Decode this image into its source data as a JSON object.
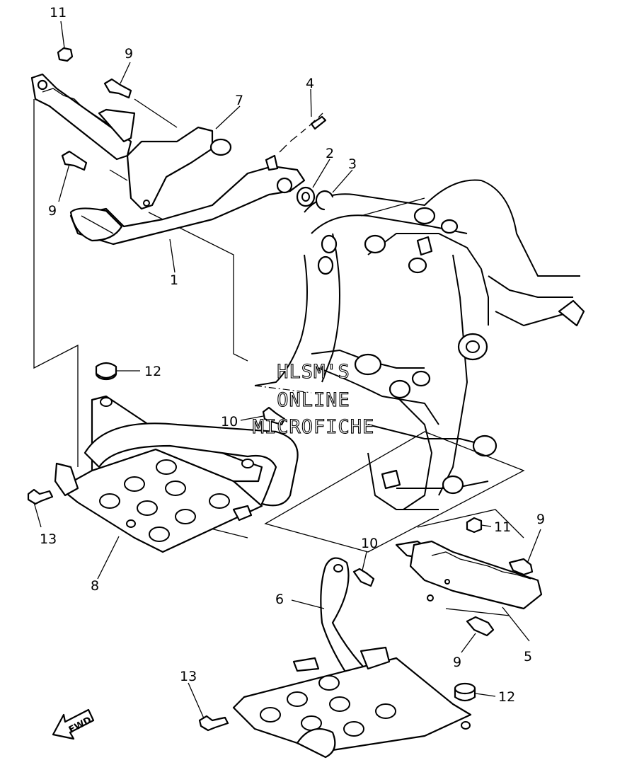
{
  "callouts": {
    "c1": "1",
    "c2": "2",
    "c3": "3",
    "c4": "4",
    "c5": "5",
    "c6": "6",
    "c7": "7",
    "c8": "8",
    "c9a": "9",
    "c9b": "9",
    "c9c": "9",
    "c9d": "9",
    "c10a": "10",
    "c10b": "10",
    "c11a": "11",
    "c11b": "11",
    "c12a": "12",
    "c12b": "12",
    "c13a": "13",
    "c13b": "13"
  },
  "watermark": {
    "line1": "HLSM'S",
    "line2": "ONLINE",
    "line3": "MICROFICHE"
  },
  "fwd_label": "FWD"
}
